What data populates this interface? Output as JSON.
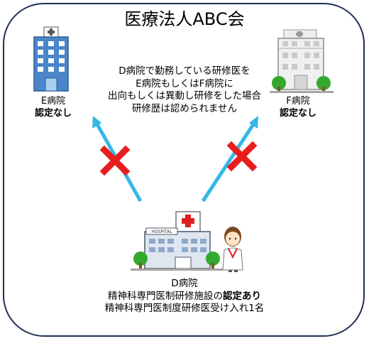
{
  "title": "医療法人ABC会",
  "note": {
    "lines": [
      "D病院で勤務している研修医を",
      "E病院もしくはF病院に",
      "出向もしくは異動し研修をした場合",
      "研修歴は認められません"
    ]
  },
  "hospital_e": {
    "name": "E病院",
    "status": "認定なし"
  },
  "hospital_f": {
    "name": "F病院",
    "status": "認定なし"
  },
  "hospital_d": {
    "name": "D病院",
    "line2_prefix": "精神科専門医制研修施設の",
    "line2_bold": "認定あり",
    "line3": "精神科専門医制度研修医受け入れ1名",
    "sign": "HOSPITAL"
  },
  "colors": {
    "arrow": "#33b7e8",
    "cross": "#e81e1e",
    "frame": "#1f2f55",
    "hospital_cross": "#e02020"
  },
  "icons": [
    "hospital-e-icon",
    "hospital-f-icon",
    "hospital-d-icon",
    "doctor-icon",
    "arrow-icon",
    "x-mark-icon"
  ]
}
